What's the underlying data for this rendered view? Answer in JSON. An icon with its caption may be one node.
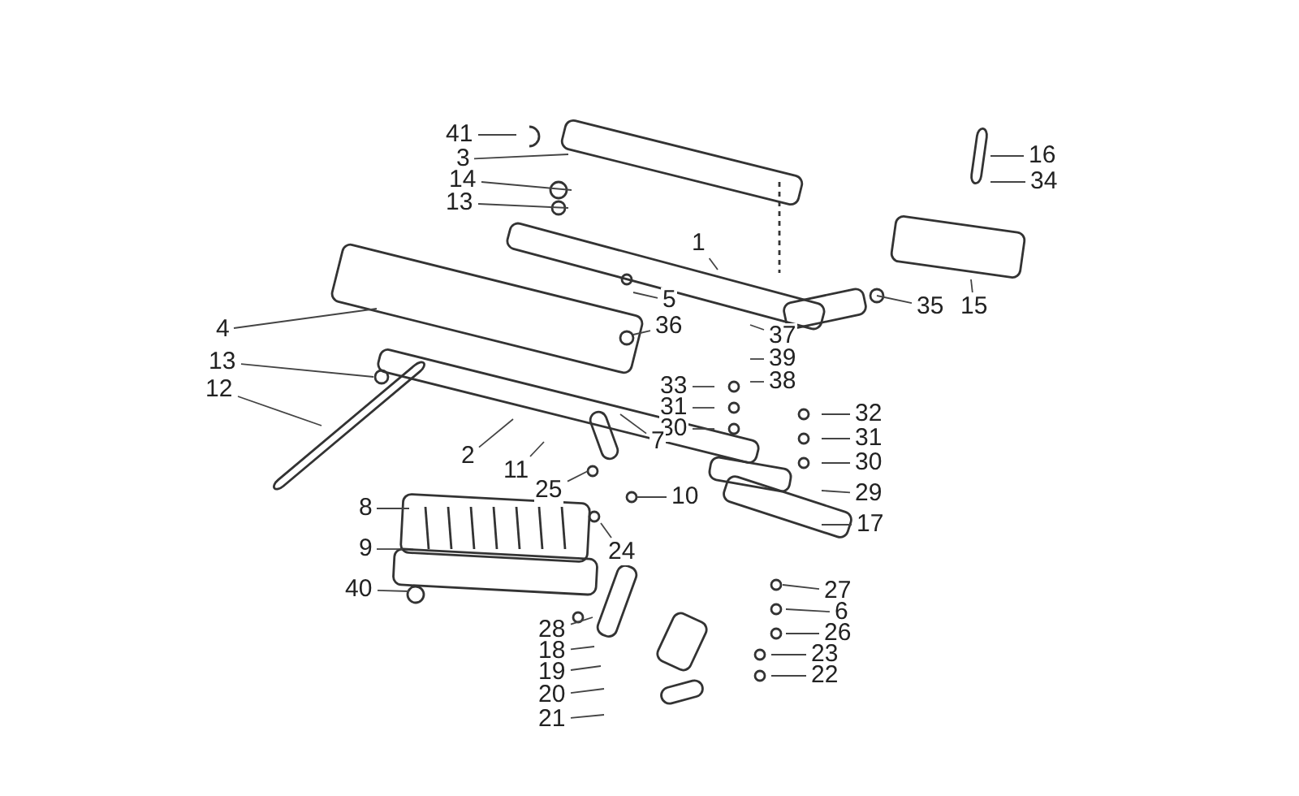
{
  "diagram": {
    "nodes": [
      {
        "text": [
          "41"
        ]
      },
      {
        "text": [
          "3"
        ]
      },
      {
        "text": [
          "14"
        ]
      },
      {
        "text": [
          "13"
        ]
      },
      {
        "text": [
          "1"
        ]
      },
      {
        "text": [
          "16"
        ]
      },
      {
        "text": [
          "34"
        ]
      },
      {
        "text": [
          "4"
        ]
      },
      {
        "text": [
          "5"
        ]
      },
      {
        "text": [
          "36"
        ]
      },
      {
        "text": [
          "35"
        ]
      },
      {
        "text": [
          "15"
        ]
      },
      {
        "text": [
          "37"
        ]
      },
      {
        "text": [
          "39"
        ]
      },
      {
        "text": [
          "38"
        ]
      },
      {
        "text": [
          "13"
        ]
      },
      {
        "text": [
          "12"
        ]
      },
      {
        "text": [
          "33"
        ]
      },
      {
        "text": [
          "32"
        ]
      },
      {
        "text": [
          "31"
        ]
      },
      {
        "text": [
          "31"
        ]
      },
      {
        "text": [
          "30"
        ]
      },
      {
        "text": [
          "30"
        ]
      },
      {
        "text": [
          "2"
        ]
      },
      {
        "text": [
          "11"
        ]
      },
      {
        "text": [
          "7"
        ]
      },
      {
        "text": [
          "25"
        ]
      },
      {
        "text": [
          "29"
        ]
      },
      {
        "text": [
          "10"
        ]
      },
      {
        "text": [
          "8"
        ]
      },
      {
        "text": [
          "17"
        ]
      },
      {
        "text": [
          "24"
        ]
      },
      {
        "text": [
          "9"
        ]
      },
      {
        "text": [
          "40"
        ]
      },
      {
        "text": [
          "27"
        ]
      },
      {
        "text": [
          "28"
        ]
      },
      {
        "text": [
          "6"
        ]
      },
      {
        "text": [
          "18"
        ]
      },
      {
        "text": [
          "26"
        ]
      },
      {
        "text": [
          "19"
        ]
      },
      {
        "text": [
          "23"
        ]
      },
      {
        "text": [
          "22"
        ]
      },
      {
        "text": [
          "20"
        ]
      },
      {
        "text": [
          "21"
        ]
      }
    ],
    "edges": [
      {
        "from": 0,
        "to": null,
        "arrow": "none"
      },
      {
        "from": 1,
        "to": null,
        "arrow": "none"
      },
      {
        "from": 2,
        "to": null,
        "arrow": "none"
      },
      {
        "from": 3,
        "to": null,
        "arrow": "none"
      },
      {
        "from": 4,
        "to": null,
        "arrow": "none"
      },
      {
        "from": 5,
        "to": null,
        "arrow": "none"
      },
      {
        "from": 6,
        "to": null,
        "arrow": "none"
      },
      {
        "from": 7,
        "to": null,
        "arrow": "none"
      },
      {
        "from": 8,
        "to": null,
        "arrow": "none"
      },
      {
        "from": 9,
        "to": null,
        "arrow": "none"
      },
      {
        "from": 10,
        "to": null,
        "arrow": "none"
      },
      {
        "from": 11,
        "to": null,
        "arrow": "none"
      },
      {
        "from": 12,
        "to": null,
        "arrow": "none"
      },
      {
        "from": 13,
        "to": null,
        "arrow": "none"
      },
      {
        "from": 14,
        "to": null,
        "arrow": "none"
      },
      {
        "from": 15,
        "to": null,
        "arrow": "none"
      },
      {
        "from": 16,
        "to": null,
        "arrow": "none"
      },
      {
        "from": 17,
        "to": null,
        "arrow": "none"
      },
      {
        "from": 18,
        "to": null,
        "arrow": "none"
      },
      {
        "from": 19,
        "to": null,
        "arrow": "none"
      },
      {
        "from": 20,
        "to": null,
        "arrow": "none"
      },
      {
        "from": 21,
        "to": null,
        "arrow": "none"
      },
      {
        "from": 22,
        "to": null,
        "arrow": "none"
      },
      {
        "from": 23,
        "to": null,
        "arrow": "none"
      },
      {
        "from": 24,
        "to": null,
        "arrow": "none"
      },
      {
        "from": 25,
        "to": null,
        "arrow": "none"
      },
      {
        "from": 26,
        "to": null,
        "arrow": "none"
      },
      {
        "from": 27,
        "to": null,
        "arrow": "none"
      },
      {
        "from": 28,
        "to": null,
        "arrow": "none"
      },
      {
        "from": 29,
        "to": null,
        "arrow": "none"
      },
      {
        "from": 30,
        "to": null,
        "arrow": "none"
      },
      {
        "from": 31,
        "to": null,
        "arrow": "none"
      },
      {
        "from": 32,
        "to": null,
        "arrow": "none"
      },
      {
        "from": 33,
        "to": null,
        "arrow": "none"
      },
      {
        "from": 34,
        "to": null,
        "arrow": "none"
      },
      {
        "from": 35,
        "to": null,
        "arrow": "none"
      },
      {
        "from": 36,
        "to": null,
        "arrow": "none"
      },
      {
        "from": 37,
        "to": null,
        "arrow": "none"
      },
      {
        "from": 38,
        "to": null,
        "arrow": "none"
      },
      {
        "from": 39,
        "to": null,
        "arrow": "none"
      },
      {
        "from": 40,
        "to": null,
        "arrow": "none"
      },
      {
        "from": 41,
        "to": null,
        "arrow": "none"
      },
      {
        "from": 42,
        "to": null,
        "arrow": "none"
      },
      {
        "from": 43,
        "to": null,
        "arrow": "none"
      }
    ]
  }
}
